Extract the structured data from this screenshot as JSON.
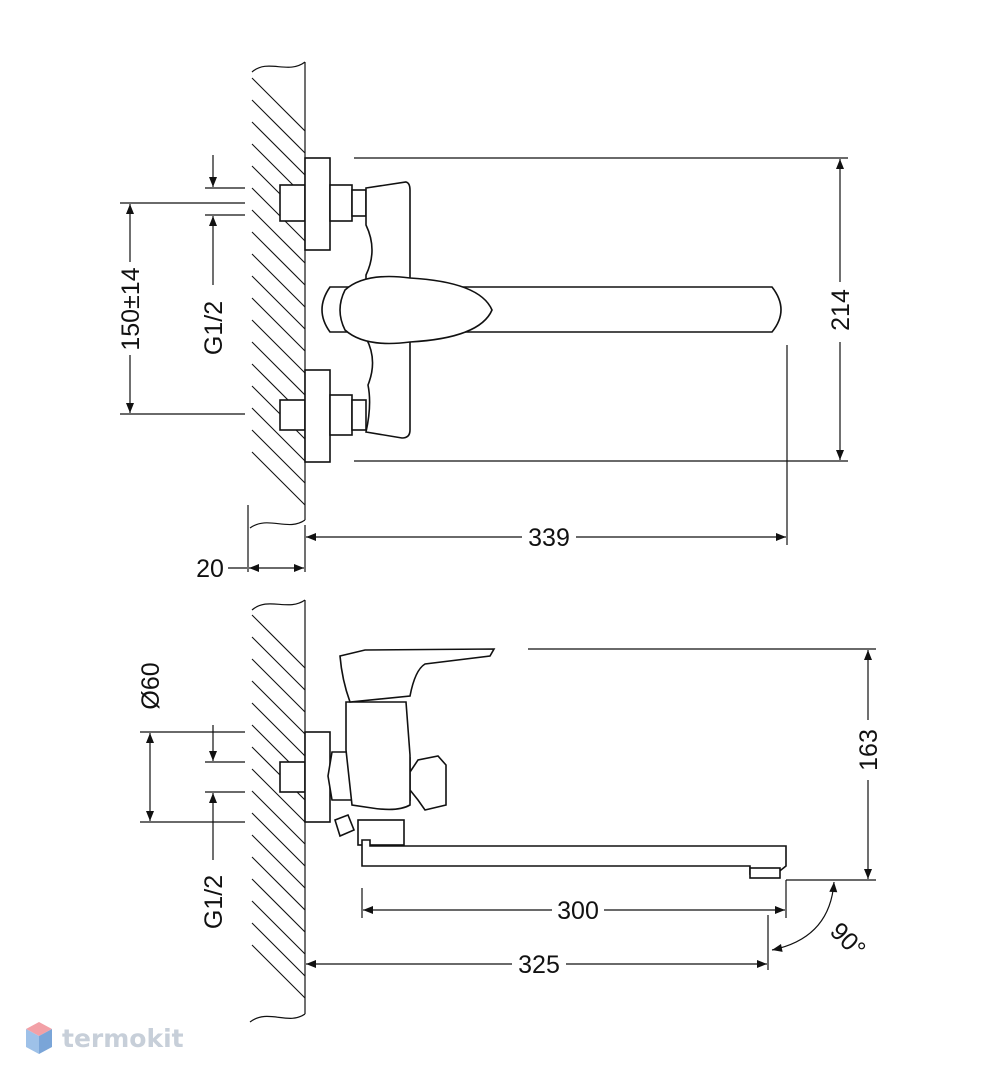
{
  "dimensions": {
    "top_view": {
      "height_label": "214",
      "depth_label": "339",
      "wall_label": "20",
      "spacing_label": "150±14",
      "thread_label": "G1/2"
    },
    "side_view": {
      "height_label": "163",
      "spout_label": "300",
      "total_label": "325",
      "rotation_label": "90°",
      "diameter_label": "Ø60",
      "thread_label": "G1/2"
    }
  },
  "watermark": {
    "text": "termokit",
    "colors": {
      "top": "#f2a0a6",
      "left": "#9ec1e8",
      "right": "#7aa5d8"
    }
  },
  "colors": {
    "line": "#111111",
    "background": "#ffffff"
  }
}
